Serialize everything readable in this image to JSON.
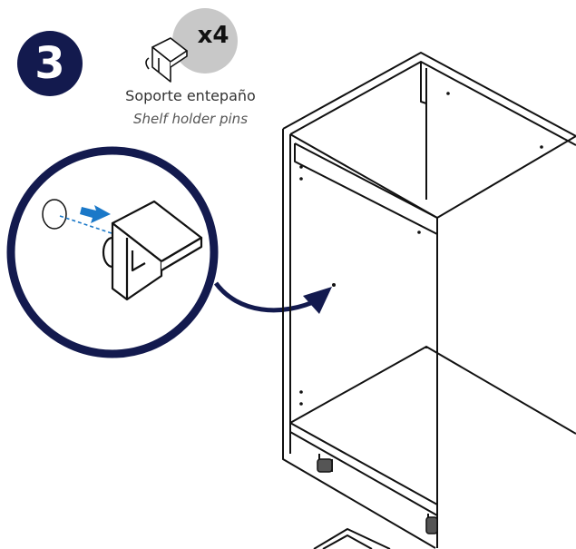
{
  "step": {
    "number": "3"
  },
  "part": {
    "quantity": "x4",
    "name_es": "Soporte entepaño",
    "name_en": "Shelf holder pins"
  },
  "colors": {
    "step_circle": "#131a4e",
    "detail_ring": "#131a4e",
    "arrow_curve": "#131a4e",
    "insert_arrow": "#1a78c8",
    "quantity_badge": "#c8c8c8",
    "line_art": "#111111"
  },
  "icons": {
    "insert_arrow": "arrow-right-icon",
    "pointer_arrow": "curved-arrow-icon"
  }
}
